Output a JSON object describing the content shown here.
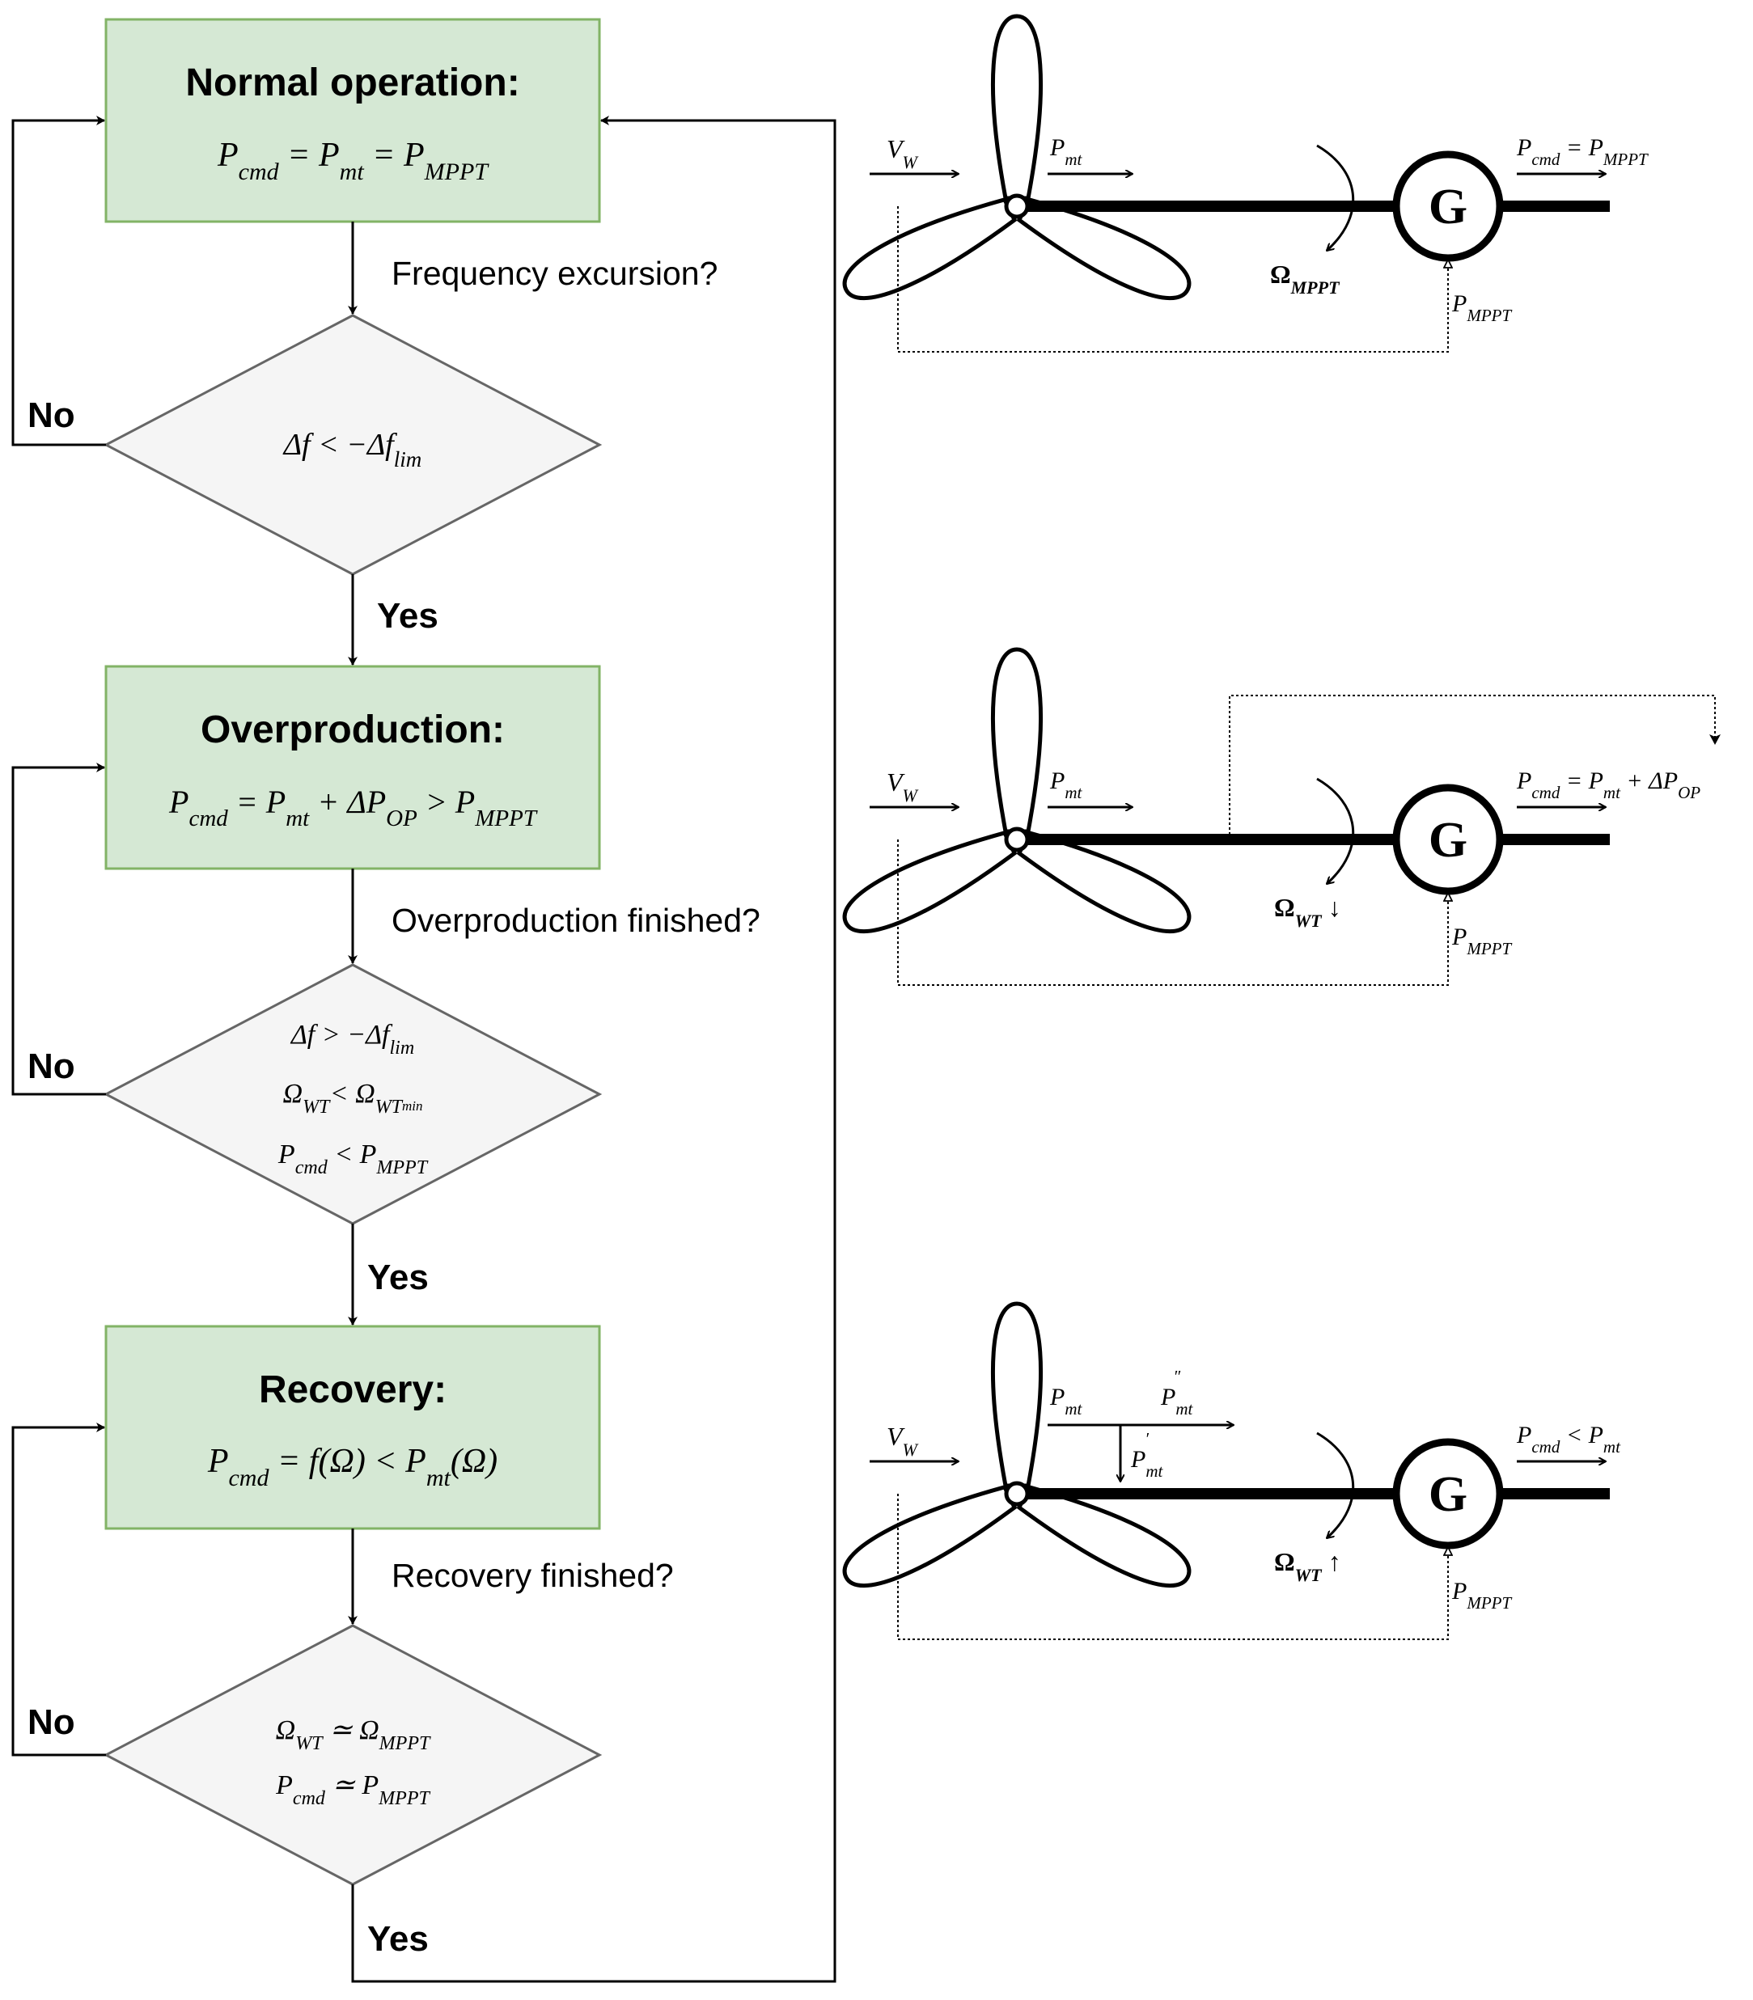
{
  "flowchart": {
    "states": [
      {
        "title": "Normal operation:",
        "equation": [
          "P",
          "cmd",
          " = P",
          "mt",
          " = P",
          "MPPT"
        ]
      },
      {
        "title": "Overproduction:",
        "equation": [
          "P",
          "cmd",
          " = P",
          "mt",
          " + ΔP",
          "OP",
          " > P",
          "MPPT"
        ]
      },
      {
        "title": "Recovery:",
        "equation": [
          "P",
          "cmd",
          " = f(Ω) < P",
          "mt",
          "(Ω)"
        ]
      }
    ],
    "questions": [
      "Frequency excursion?",
      "Overproduction finished?",
      "Recovery finished?"
    ],
    "decisions": [
      {
        "conditions": [
          [
            "Δf < −Δf",
            "lim"
          ]
        ]
      },
      {
        "conditions": [
          [
            "Δf > −Δf",
            "lim"
          ],
          [
            "Ω",
            "WT",
            " < Ω",
            "WT",
            "min"
          ],
          [
            "P",
            "cmd",
            " < P",
            "MPPT"
          ]
        ]
      },
      {
        "conditions": [
          [
            "Ω",
            "WT",
            " ≃ Ω",
            "MPPT"
          ],
          [
            "P",
            "cmd",
            " ≃ P",
            "MPPT"
          ]
        ]
      }
    ],
    "yes_label": "Yes",
    "no_label": "No"
  },
  "turbines": [
    {
      "wind_label": [
        "V",
        "W"
      ],
      "mech_power": [
        "P",
        "mt"
      ],
      "generator": "G",
      "speed": [
        "Ω",
        "MPPT",
        ""
      ],
      "output": [
        "P",
        "cmd",
        " = P",
        "MPPT"
      ],
      "feedback": [
        "P",
        "MPPT"
      ]
    },
    {
      "wind_label": [
        "V",
        "W"
      ],
      "mech_power": [
        "P",
        "mt"
      ],
      "generator": "G",
      "speed": [
        "Ω",
        "WT",
        " ↓"
      ],
      "output": [
        "P",
        "cmd",
        " = P",
        "mt",
        " + ΔP",
        "OP"
      ],
      "feedback": [
        "P",
        "MPPT"
      ]
    },
    {
      "wind_label": [
        "V",
        "W"
      ],
      "mech_power": [
        "P",
        "mt"
      ],
      "mech_power_split": [
        "P",
        "mt",
        "″"
      ],
      "mech_power_shaft": [
        "P",
        "mt",
        "′"
      ],
      "generator": "G",
      "speed": [
        "Ω",
        "WT",
        " ↑"
      ],
      "output": [
        "P",
        "cmd",
        " < P",
        "mt"
      ],
      "feedback": [
        "P",
        "MPPT"
      ]
    }
  ],
  "colors": {
    "state_fill": "#d5e8d4",
    "state_stroke": "#82b366",
    "decision_fill": "#f5f5f5",
    "decision_stroke": "#666666",
    "line": "#000000"
  }
}
